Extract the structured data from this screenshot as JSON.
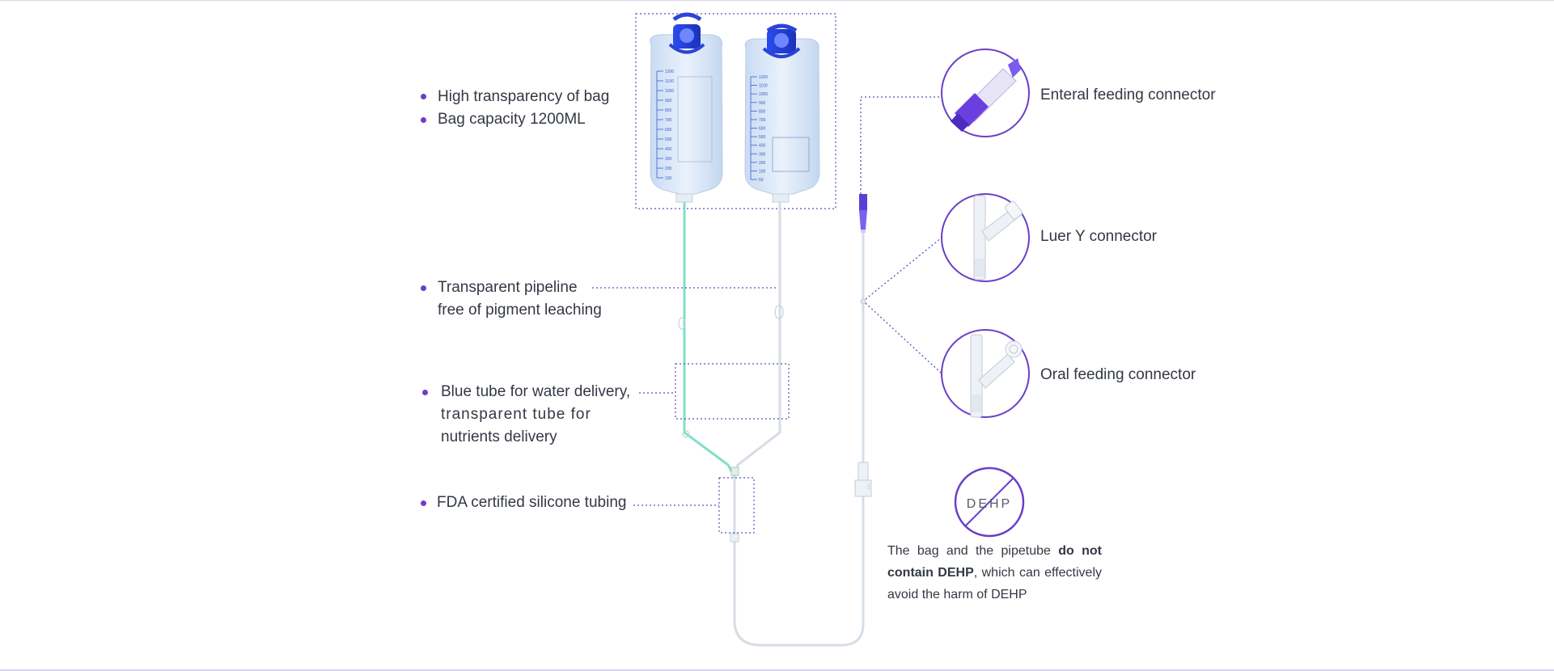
{
  "left_features": [
    {
      "lines": [
        "High transparency of bag",
        "Bag capacity 1200ML"
      ]
    },
    {
      "lines": [
        "Transparent pipeline",
        "free of pigment leaching"
      ]
    },
    {
      "lines": [
        "Blue tube for water delivery,",
        "transparent tube for",
        "nutrients delivery"
      ]
    },
    {
      "lines": [
        "FDA certified silicone tubing"
      ]
    }
  ],
  "connectors": [
    {
      "label": "Enteral feeding connector",
      "icon": "enteral-feeding-connector-photo"
    },
    {
      "label": "Luer Y connector",
      "icon": "luer-y-connector-photo"
    },
    {
      "label": "Oral feeding connector",
      "icon": "oral-feeding-connector-photo"
    }
  ],
  "dehp": {
    "badge": "DEHP",
    "text_part1": "The bag and the pipetube ",
    "text_bold": "do not contain DEHP",
    "text_part2": ", which can effectively avoid the harm of DEHP"
  },
  "bag_labels": {
    "left_volumes": [
      "1200",
      "1100",
      "1000",
      "900",
      "800",
      "700",
      "600",
      "500",
      "400",
      "300",
      "200",
      "100"
    ],
    "right_volumes": [
      "1200",
      "1100",
      "1000",
      "900",
      "800",
      "700",
      "600",
      "500",
      "400",
      "300",
      "200",
      "100",
      "50"
    ]
  },
  "colors": {
    "accent": "#6a3fc8",
    "dotted": "#5a4fc0",
    "bag_cap": "#1f3fd6",
    "water_tube": "#7fe0c8",
    "tube_clear": "#d6dde6"
  }
}
